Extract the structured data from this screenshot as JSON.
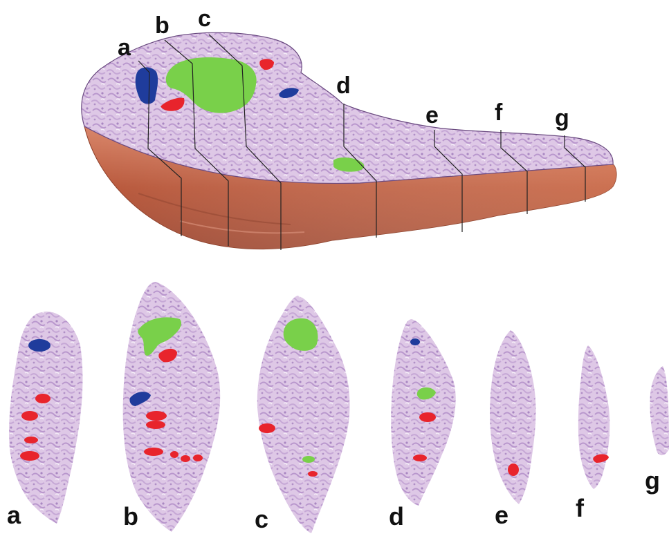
{
  "figure": {
    "top_labels": [
      "a",
      "b",
      "c",
      "d",
      "e",
      "f",
      "g"
    ],
    "bottom_labels": [
      "a",
      "b",
      "c",
      "d",
      "e",
      "f",
      "g"
    ]
  },
  "colors": {
    "tissue": "#dcc5e3",
    "tissue_dark": "#b898cc",
    "underside": "#b85a3e",
    "underside_light": "#d9866a",
    "blue_region": "#1f3c9c",
    "red_region": "#e8242c",
    "green_region": "#79d04a",
    "cut_line": "#222222"
  }
}
